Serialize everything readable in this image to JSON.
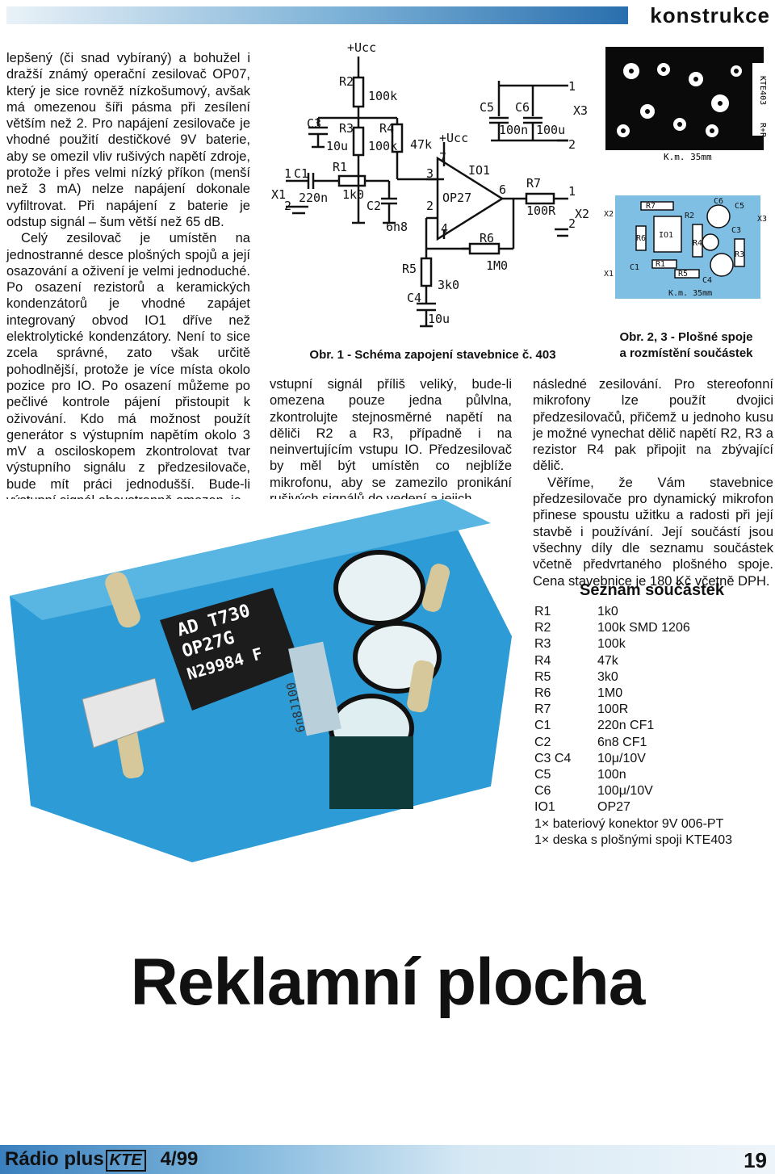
{
  "header": {
    "section": "konstrukce"
  },
  "left_column": {
    "paragraphs": [
      "lepšený (či snad vybíraný) a bohužel i dražší známý operační zesilovač OP07, který je sice rovněž nízkošumový, avšak má omezenou šíři pásma při zesílení větším než 2. Pro napájení zesilovače je vhodné použití destičkové 9V baterie, aby se omezil vliv rušivých napětí zdroje, protože i přes velmi nízký příkon (menší než 3 mA) nelze napájení dokonale vyfiltrovat. Při napájení z baterie je odstup signál – šum větší než 65 dB.",
      "Celý zesilovač je umístěn na jednostranné desce plošných spojů a její osazování a oživení je velmi jednoduché. Po osazení rezistorů a keramických kondenzátorů je vhodné zapájet integrovaný obvod IO1 dříve než elektrolytické kondenzátory. Není to sice zcela správné, zato však určitě pohodlnější, protože je více místa okolo pozice pro IO. Po osazení můžeme po pečlivé kontrole pájení přistoupit k oživování. Kdo má možnost použít generátor s výstupním napětím okolo 3 mV a osciloskopem zkontrolovat tvar výstupního signálu z předzesilovače, bude mít práci jednodušší. Bude-li výstupní signál oboustranně omezen, je"
    ]
  },
  "middle_column": {
    "paragraphs": [
      "vstupní signál příliš veliký, bude-li omezena pouze jedna půlvlna, zkontrolujte stejnosměrné napětí na děliči R2 a R3, případně i na neinvertujícím vstupu IO. Předzesilovač by měl být umístěn co nejblíže mikrofonu, aby se zamezilo pronikání rušivých signálů do vedení a jejich"
    ]
  },
  "right_column": {
    "paragraphs": [
      "následné zesilování. Pro stereofonní mikrofony lze použít dvojici předzesilovačů, přičemž u jednoho kusu je možné vynechat dělič napětí R2, R3 a rezistor R4 pak připojit na zbývající dělič.",
      "Věříme, že Vám stavebnice předzesilovače pro dynamický mikrofon přinese spoustu užitku a radosti při její stavbě i používání. Její součástí jsou všechny díly dle seznamu součástek včetně předvrtaného plošného spoje. Cena stavebnice je 180 Kč včetně DPH."
    ]
  },
  "captions": {
    "fig1": "Obr. 1 - Schéma zapojení stavebnice č. 403",
    "fig23_line1": "Obr. 2, 3 - Plošné spoje",
    "fig23_line2": "a rozmístění součástek"
  },
  "schematic": {
    "labels": [
      "+Ucc",
      "R2",
      "100k",
      "C3",
      "R3",
      "R4",
      "10u",
      "100k",
      "47k",
      "+Ucc",
      "C5",
      "C6",
      "100n",
      "100u",
      "X3",
      "1",
      "2",
      "R1",
      "1k0",
      "C1",
      "1",
      "X1",
      "2",
      "220n",
      "C2",
      "6n8",
      "3",
      "7",
      "IO1",
      "OP27",
      "2",
      "4",
      "6",
      "R7",
      "100R",
      "1",
      "X2",
      "2",
      "R6",
      "1M0",
      "R5",
      "3k0",
      "C4",
      "10u"
    ]
  },
  "pcb": {
    "top_labels": [
      "KTE403",
      "R+R",
      "K.m. 35mm"
    ],
    "bottom_labels": [
      "X2",
      "R7",
      "R2",
      "C6",
      "C5",
      "X3",
      "R6",
      "C3",
      "R4",
      "IO1",
      "R3",
      "X1",
      "C1",
      "R1",
      "R5",
      "C4",
      "K.m. 35mm"
    ]
  },
  "photo": {
    "chip_text_1": "AD T730",
    "chip_text_2": "OP27G",
    "chip_text_3": "N29984 F",
    "cap_text": "6n8J100"
  },
  "parts_list": {
    "title": "Seznam součástek",
    "items": [
      {
        "ref": "R1",
        "value": "1k0"
      },
      {
        "ref": "R2",
        "value": "100k SMD 1206"
      },
      {
        "ref": "R3",
        "value": "100k"
      },
      {
        "ref": "R4",
        "value": "47k"
      },
      {
        "ref": "R5",
        "value": "3k0"
      },
      {
        "ref": "R6",
        "value": "1M0"
      },
      {
        "ref": "R7",
        "value": "100R"
      },
      {
        "ref": "C1",
        "value": "220n CF1"
      },
      {
        "ref": "C2",
        "value": "6n8 CF1"
      },
      {
        "ref": "C3 C4",
        "value": "10μ/10V"
      },
      {
        "ref": "C5",
        "value": "100n"
      },
      {
        "ref": "C6",
        "value": "100μ/10V"
      },
      {
        "ref": "IO1",
        "value": "OP27"
      }
    ],
    "extras": [
      "1× bateriový konektor 9V 006-PT",
      "1× deska s plošnými spoji KTE403"
    ]
  },
  "advert": {
    "text": "Reklamní plocha"
  },
  "footer": {
    "magazine": "Rádio plus",
    "brand": "KTE",
    "issue": "4/99",
    "page": "19"
  }
}
